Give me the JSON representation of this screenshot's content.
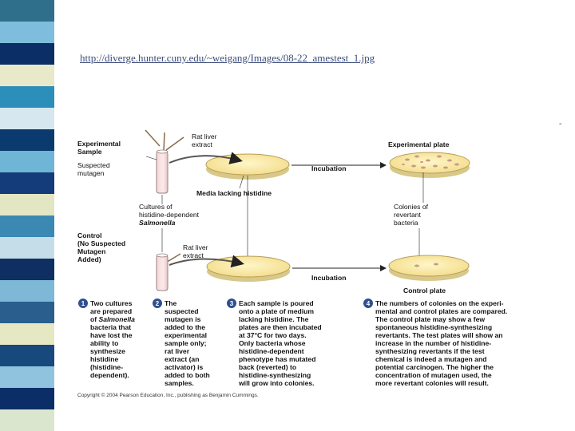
{
  "slide": {
    "url": "http://diverge.hunter.cuny.edu/~weigang/Images/08-22_amestest_1.jpg",
    "stripe_colors": [
      "#2f6f8c",
      "#7fbddc",
      "#0b2e66",
      "#e7e9c8",
      "#2c8fb9",
      "#d6e7ef",
      "#0a3a6e",
      "#6fb5d5",
      "#153c7a",
      "#e2e6c2",
      "#3b88b3",
      "#c5dde8",
      "#0f2f63",
      "#7db8d6",
      "#2a5f8d",
      "#e6e8c4",
      "#18497d",
      "#90c4de",
      "#0b2e66",
      "#dbe6cf"
    ],
    "dash": "-"
  },
  "figure": {
    "experimental_sample": [
      "Experimental",
      "Sample"
    ],
    "suspected_mutagen": [
      "Suspected",
      "mutagen"
    ],
    "rat_liver_extract_top": [
      "Rat liver",
      "extract"
    ],
    "experimental_plate": "Experimental plate",
    "incubation_top": "Incubation",
    "media_lacking": "Media lacking histidine",
    "cultures": [
      "Cultures of",
      "histidine-dependent",
      "Salmonella"
    ],
    "colonies": [
      "Colonies of",
      "revertant",
      "bacteria"
    ],
    "control": [
      "Control",
      "(No Suspected",
      "Mutagen",
      "Added)"
    ],
    "rat_liver_extract_bottom": [
      "Rat liver",
      "extract"
    ],
    "incubation_bottom": "Incubation",
    "control_plate": "Control plate",
    "step1": {
      "num": "1",
      "lines": [
        "Two cultures",
        "are prepared",
        "of Salmonella",
        "bacteria that",
        "have lost the",
        "ability to",
        "synthesize",
        "histidine",
        "(histidine-",
        "dependent)."
      ]
    },
    "step2": {
      "num": "2",
      "lines": [
        "The",
        "suspected",
        "mutagen is",
        "added to the",
        "experimental",
        "sample only;",
        "rat liver",
        "extract (an",
        "activator) is",
        "added to both",
        "samples."
      ]
    },
    "step3": {
      "num": "3",
      "lines": [
        "Each sample is poured",
        "onto a plate of medium",
        "lacking histidine. The",
        "plates are then incubated",
        "at 37°C for two days.",
        "Only bacteria whose",
        "histidine-dependent",
        "phenotype has mutated",
        "back (reverted) to",
        "histidine-synthesizing",
        "will grow into colonies."
      ]
    },
    "step4": {
      "num": "4",
      "lines": [
        "The numbers of colonies on the experi-",
        "mental and control plates are compared.",
        "The control plate may show a few",
        "spontaneous histidine-synthesizing",
        "revertants. The test plates will show an",
        "increase in the number of histidine-",
        "synthesizing revertants if the test",
        "chemical is indeed a mutagen and",
        "potential carcinogen. The higher the",
        "concentration of mutagen used, the",
        "more revertant colonies will result."
      ]
    },
    "copyright": "Copyright © 2004 Pearson Education, Inc., publishing as Benjamin Cummings."
  }
}
